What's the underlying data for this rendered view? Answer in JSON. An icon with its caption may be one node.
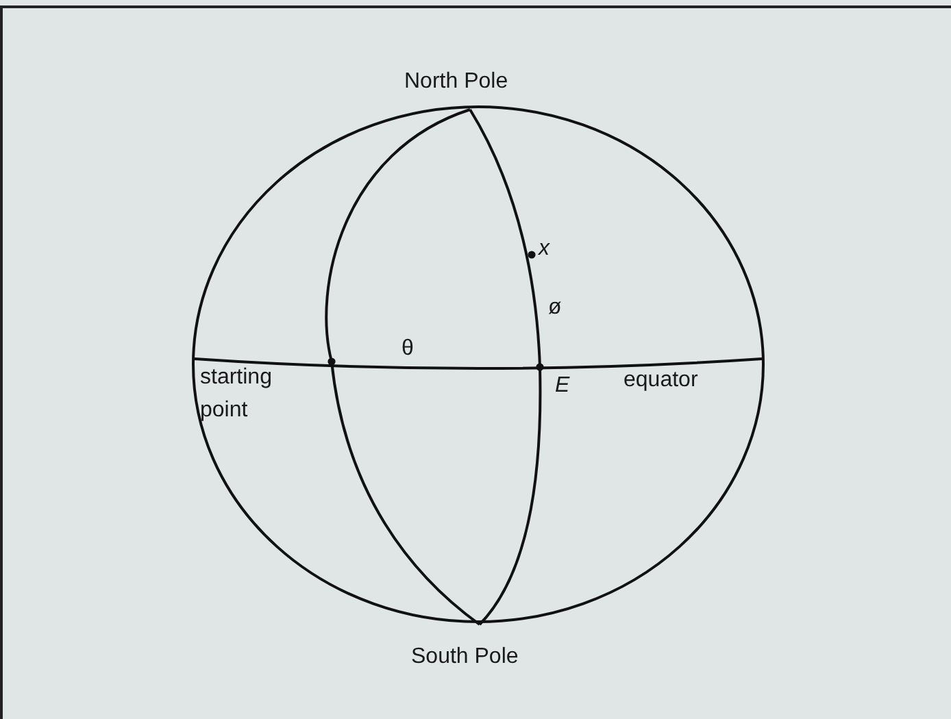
{
  "diagram": {
    "labels": [
      "North Pole",
      "x",
      "ø",
      "starting point",
      "θ",
      "E",
      "equator",
      "South Pole"
    ]
  }
}
